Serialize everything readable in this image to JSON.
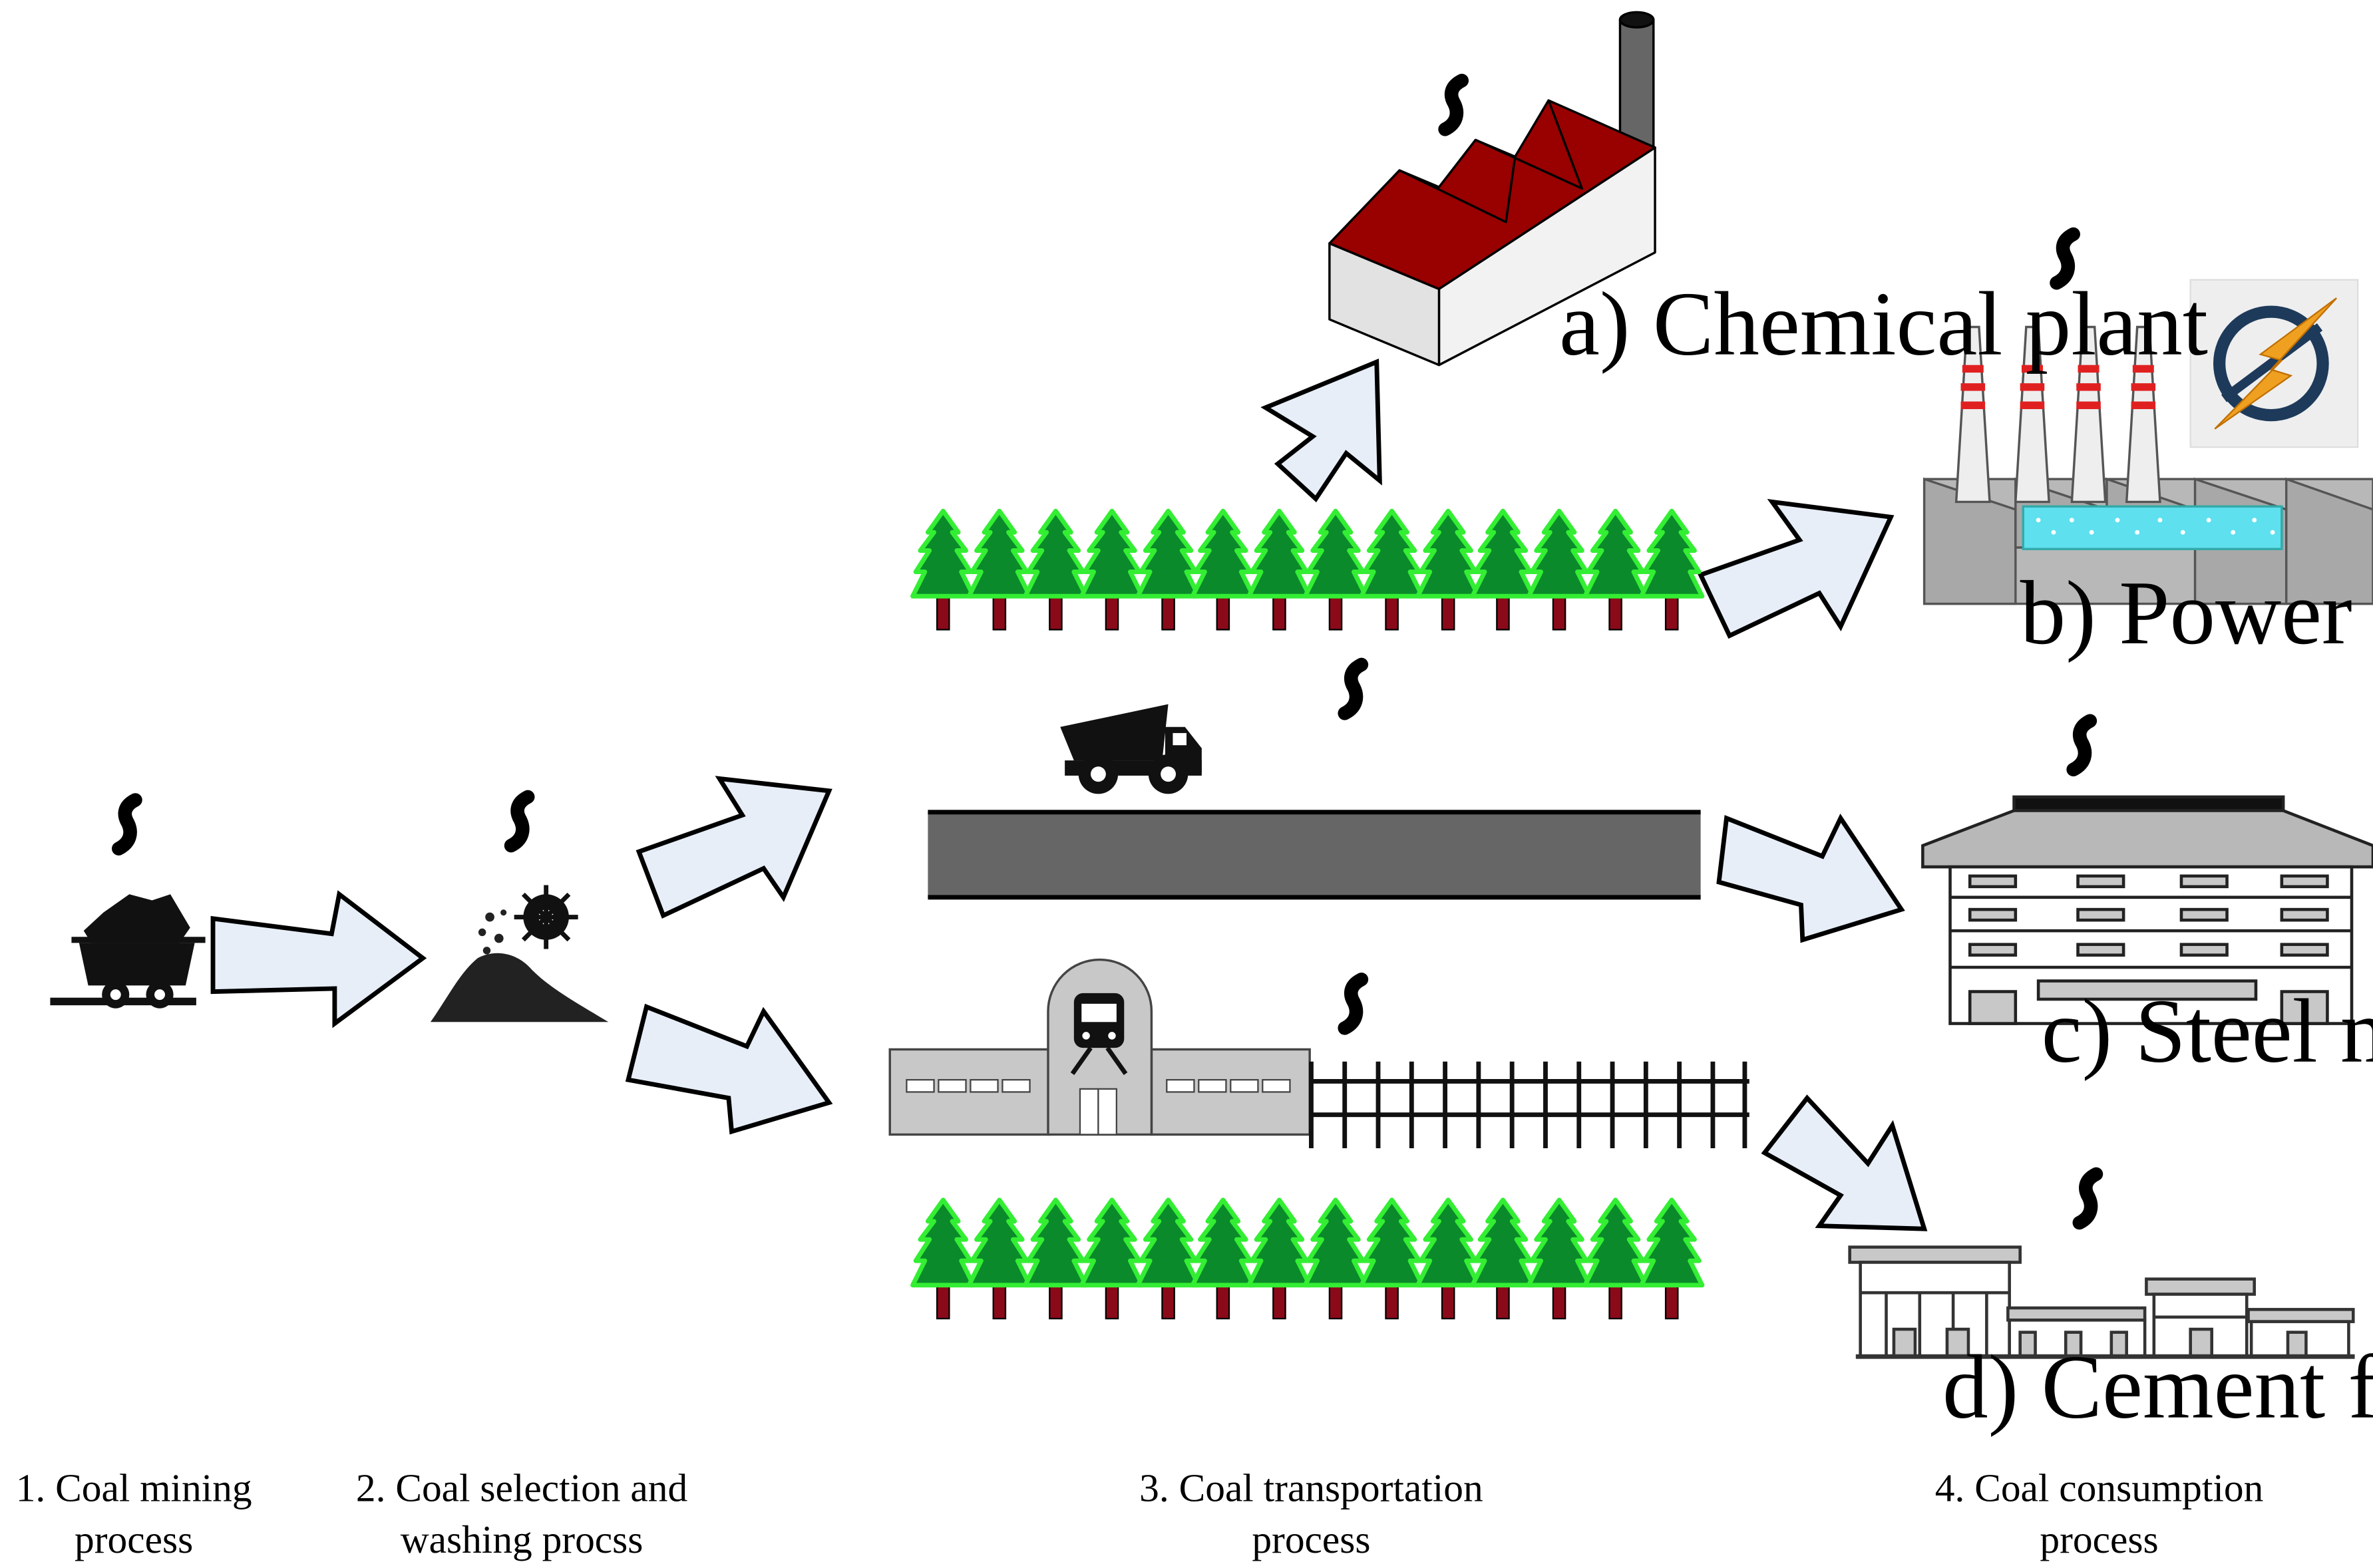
{
  "labels": {
    "chemical": "a) Chemical plant",
    "power": "b) Power plant",
    "steel": "c) Steel mill",
    "cement": "d) Cement factory"
  },
  "stages": [
    {
      "line1": "1. Coal mining",
      "line2": "process"
    },
    {
      "line1": "2. Coal selection and",
      "line2": "washing procss"
    },
    {
      "line1": "3. Coal transportation",
      "line2": "process"
    },
    {
      "line1": "4. Coal consumption",
      "line2": "process"
    }
  ],
  "icons": [
    "mine-cart-icon",
    "coal-pile-icon",
    "washing-wheel-icon",
    "dump-truck-icon",
    "train-station-icon",
    "railway-track-icon",
    "road-icon",
    "tree-icon",
    "chemical-plant-icon",
    "power-plant-icon",
    "lightning-logo-icon",
    "steel-mill-icon",
    "cement-factory-icon",
    "smoke-icon",
    "flow-arrow-icon"
  ],
  "colors": {
    "arrow_fill": "#e7eef8",
    "tree_green": "#0a8a2a",
    "tree_glow": "#33ee33",
    "trunk": "#8b0a1a",
    "roof_red": "#990000",
    "road": "#666666",
    "building_grey": "#c8c8c8",
    "window_cyan": "#5ee0ee",
    "stack_red": "#e02020"
  }
}
